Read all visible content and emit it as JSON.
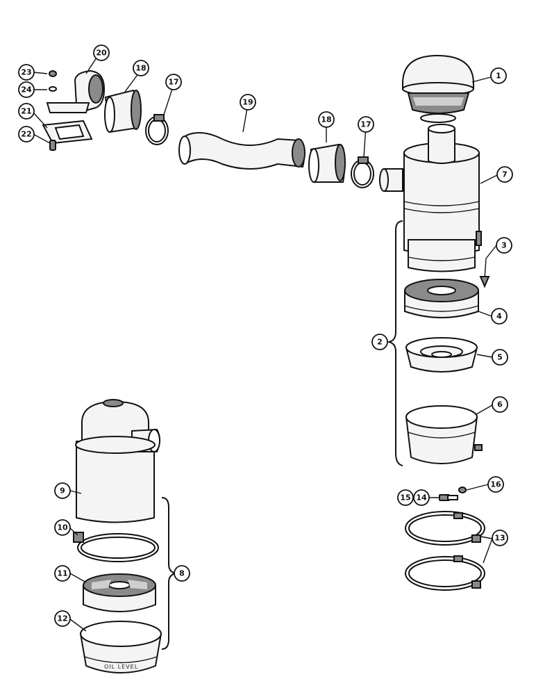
{
  "callouts": {
    "c1": "1",
    "c2": "2",
    "c3": "3",
    "c4": "4",
    "c5": "5",
    "c6": "6",
    "c7": "7",
    "c8": "8",
    "c9": "9",
    "c10": "10",
    "c11": "11",
    "c12": "12",
    "c13": "13",
    "c14": "14",
    "c15": "15",
    "c16": "16",
    "c17a": "17",
    "c17b": "17",
    "c18a": "18",
    "c18b": "18",
    "c19": "19",
    "c20": "20",
    "c21": "21",
    "c22": "22",
    "c23": "23",
    "c24": "24"
  },
  "labels": {
    "oil_level": "OIL LEVEL"
  }
}
